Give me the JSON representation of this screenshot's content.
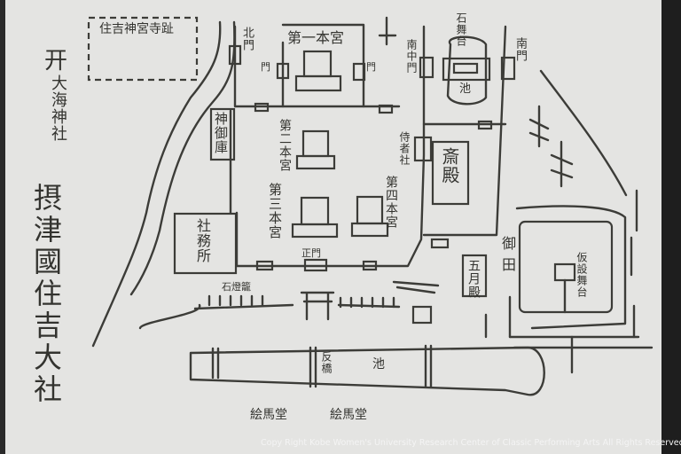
{
  "map": {
    "title": "摂津國住吉大社",
    "side_shrine": "大海神社",
    "torii_symbol": "开",
    "labels": {
      "temple_ruins": "住吉神宮寺趾",
      "north_gate": "北門",
      "gate_left": "門",
      "gate_right": "門",
      "first_shrine": "第一本宮",
      "south_middle_gate": "南中門",
      "stone_stage": "石舞台",
      "pond_small": "池",
      "south_gate": "南門",
      "storehouse": "神御庫",
      "second_shrine": "第二本宮",
      "third_shrine": "第三本宮",
      "fourth_shrine": "第四本宮",
      "attendant_shrine": "侍者社",
      "hall_sai": "斎殿",
      "office": "社務所",
      "main_gate": "正門",
      "lanterns": "石燈籠",
      "may_hall": "五月殿",
      "rice_field": "御田",
      "temp_stage": "仮設舞台",
      "arched_bridge": "反橋",
      "pond_large": "池",
      "ema_hall_1": "絵馬堂",
      "ema_hall_2": "絵馬堂"
    }
  },
  "copyright": "Copy Right Kobe Women's University Research Center of Classic Performing Arts All Rights Reserved."
}
